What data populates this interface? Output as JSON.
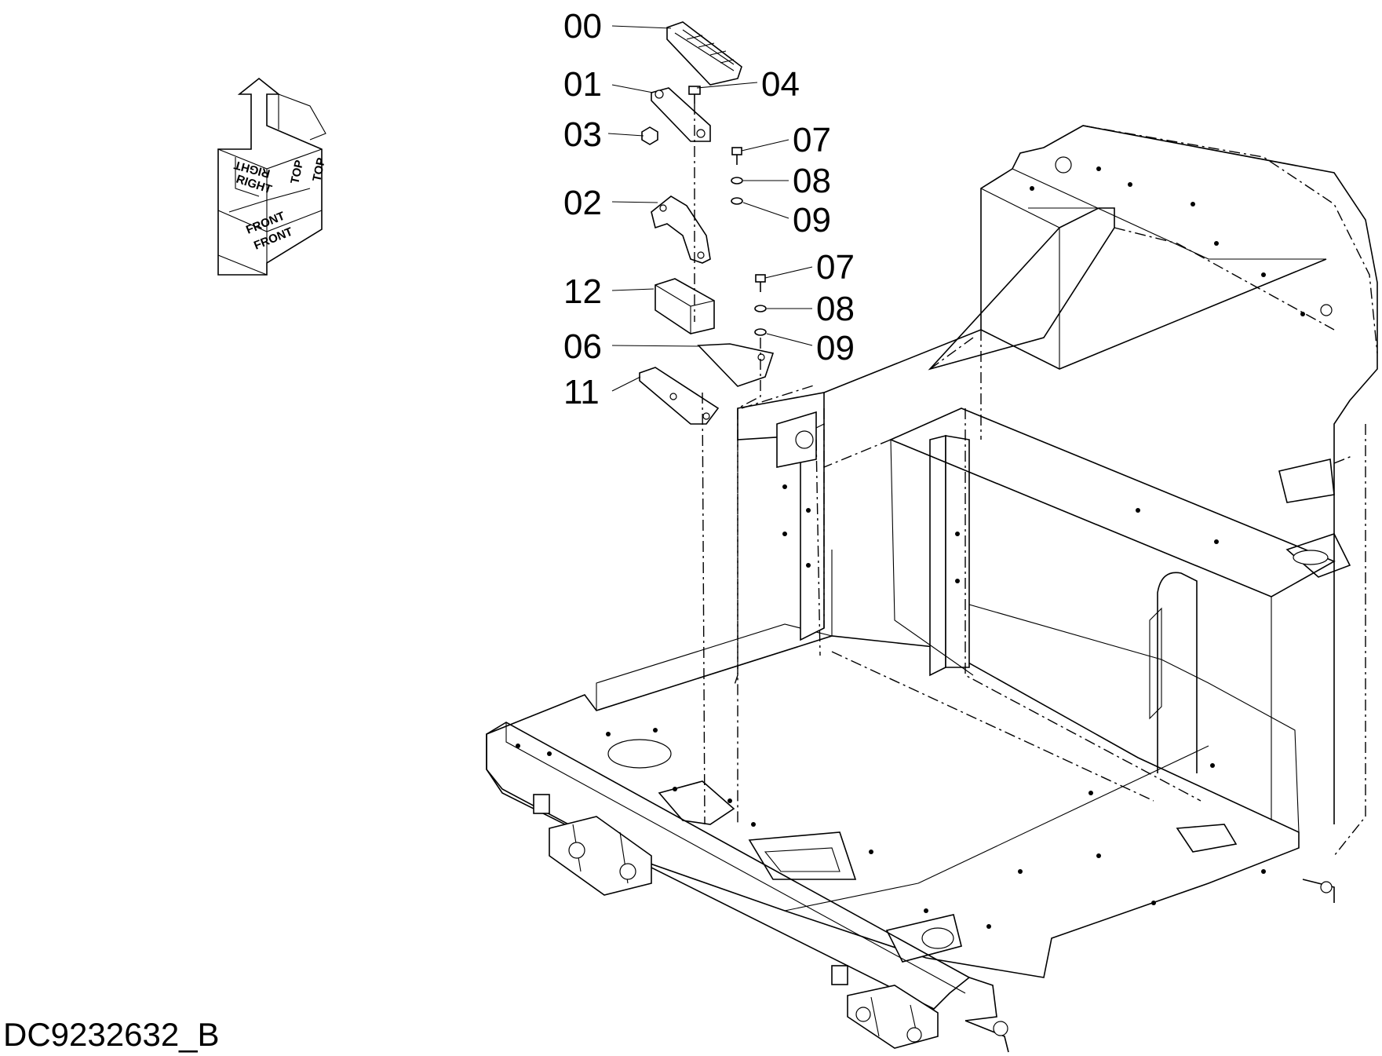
{
  "drawing_code": "DC9232632_B",
  "orientation_symbol": {
    "labels": [
      "TOP",
      "TOP",
      "RIGHT",
      "RIGHT",
      "FRONT",
      "FRONT"
    ]
  },
  "callouts": [
    {
      "id": "c00",
      "label": "00"
    },
    {
      "id": "c01",
      "label": "01"
    },
    {
      "id": "c04",
      "label": "04"
    },
    {
      "id": "c03",
      "label": "03"
    },
    {
      "id": "c07a",
      "label": "07"
    },
    {
      "id": "c08a",
      "label": "08"
    },
    {
      "id": "c02",
      "label": "02"
    },
    {
      "id": "c09a",
      "label": "09"
    },
    {
      "id": "c07b",
      "label": "07"
    },
    {
      "id": "c12",
      "label": "12"
    },
    {
      "id": "c08b",
      "label": "08"
    },
    {
      "id": "c06",
      "label": "06"
    },
    {
      "id": "c09b",
      "label": "09"
    },
    {
      "id": "c11",
      "label": "11"
    }
  ]
}
